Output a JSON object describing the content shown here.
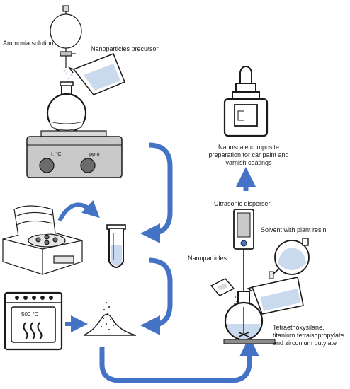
{
  "labels": {
    "ammonia_solution": "Ammonia solution",
    "nanoparticles_precursor": "Nanoparticles precursor",
    "stirrer_temp": "t, °C",
    "stirrer_ppm": "ppm",
    "oven_temp": "500 °C",
    "composite_line1": "Nanoscale composite",
    "composite_line2": "preparation for car paint and",
    "composite_line3": "varnish coatings",
    "ultrasonic_disperser": "Ultrasonic disperser",
    "solvent_plant_resin": "Solvent with plant resin",
    "nanoparticles": "Nanoparticles",
    "reagents_line1": "Tetraethoxysilane,",
    "reagents_line2": "titanium tetraisopropylate",
    "reagents_line3": "and zirconium butylate"
  },
  "colors": {
    "arrow_blue": "#4472c4",
    "arrow_blue_light": "#5b8fd8",
    "liquid_blue": "#c9d9ee",
    "outline": "#1a1a1a",
    "device_grey": "#c9c9c9",
    "device_dark": "#6b6b6b"
  }
}
